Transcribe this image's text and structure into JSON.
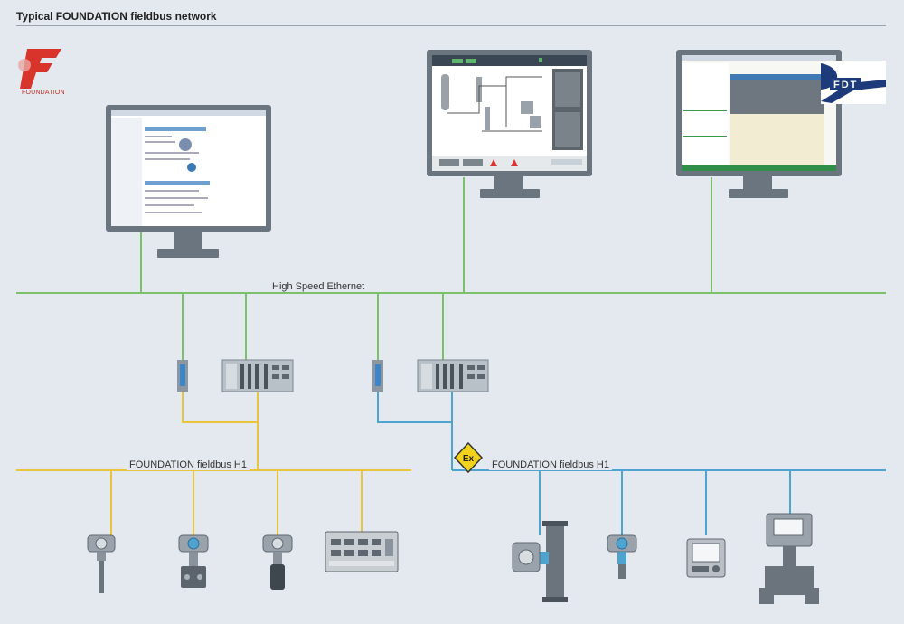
{
  "title": "Typical FOUNDATION fieldbus network",
  "logo_text": "FOUNDATION",
  "fdt_text": "FDT",
  "labels": {
    "ethernet": "High Speed Ethernet",
    "h1_left": "FOUNDATION fieldbus H1",
    "h1_right": "FOUNDATION fieldbus H1",
    "ex": "Ex"
  },
  "colors": {
    "ethernet": "#7cc06c",
    "h1_left": "#e8c53a",
    "h1_right": "#4fa3cf",
    "logo": "#d8342b",
    "monitor": "#6b7580"
  }
}
